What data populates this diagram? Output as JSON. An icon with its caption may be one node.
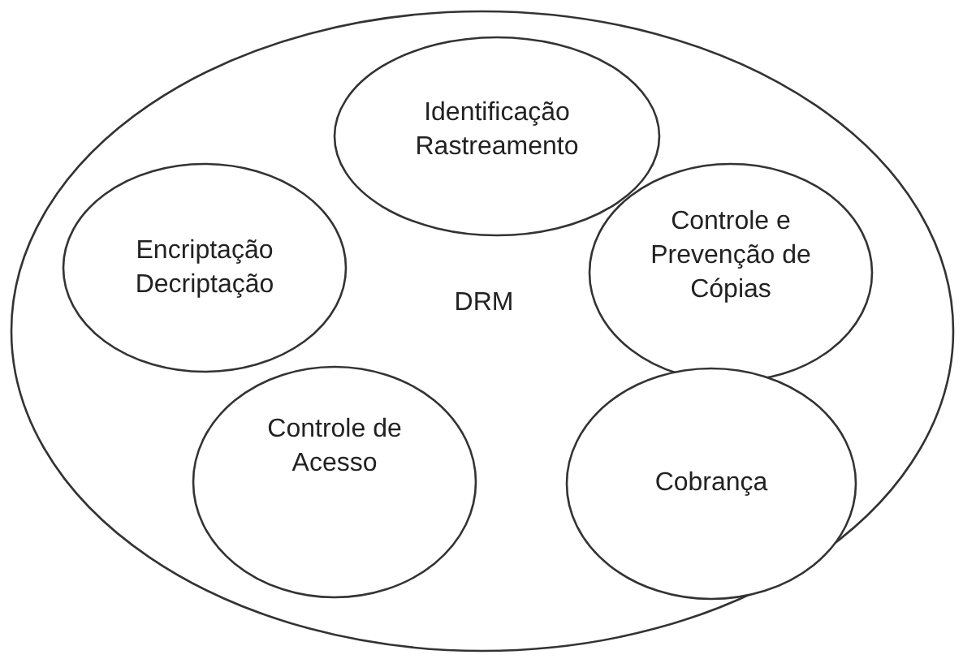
{
  "diagram": {
    "nodes": [
      {
        "text": [
          "DRM"
        ]
      },
      {
        "text": [
          "Identificação Rastreamento"
        ],
        "in": 0
      },
      {
        "text": [
          "Encriptação Decriptação"
        ],
        "in": 0
      },
      {
        "text": [
          "Controle e Prevenção de Cópias"
        ],
        "in": 0
      },
      {
        "text": [
          "Controle de Acesso"
        ],
        "in": 0
      },
      {
        "text": [
          "Cobrança"
        ],
        "in": 0
      }
    ]
  }
}
